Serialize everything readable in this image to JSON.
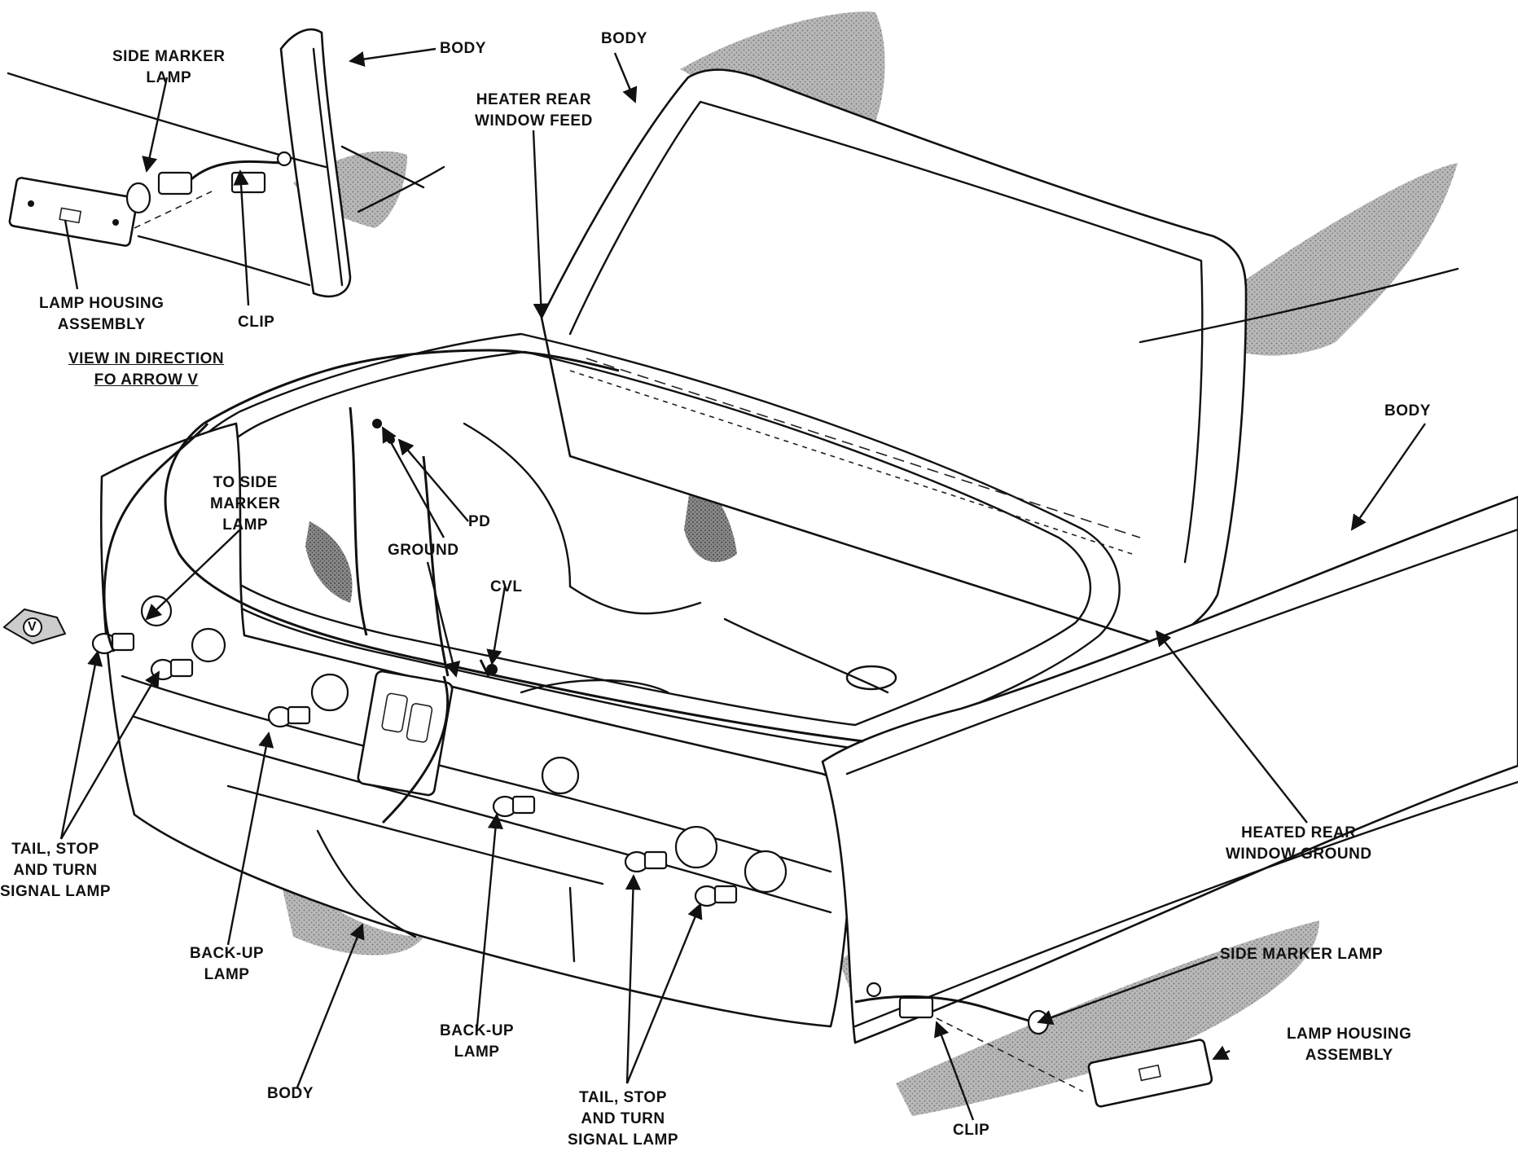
{
  "labels": {
    "body_top_left": "BODY",
    "body_top_center": "BODY",
    "body_right": "BODY",
    "body_bottom": "BODY",
    "side_marker_lamp_top": [
      "SIDE MARKER",
      "LAMP"
    ],
    "heater_feed": [
      "HEATER REAR",
      "WINDOW FEED"
    ],
    "lamp_housing_top": [
      "LAMP HOUSING",
      "ASSEMBLY"
    ],
    "clip_top": "CLIP",
    "view_direction": [
      "VIEW IN DIRECTION",
      "FO ARROW V"
    ],
    "to_side_marker": [
      "TO SIDE",
      "MARKER",
      "LAMP"
    ],
    "pd": "PD",
    "ground": "GROUND",
    "cvl": "CVL",
    "arrow_v": "V",
    "tail_stop_left": [
      "TAIL, STOP",
      "AND TURN",
      "SIGNAL LAMP"
    ],
    "backup_left": [
      "BACK-UP",
      "LAMP"
    ],
    "backup_center": [
      "BACK-UP",
      "LAMP"
    ],
    "tail_stop_bottom": [
      "TAIL, STOP",
      "AND TURN",
      "SIGNAL LAMP"
    ],
    "heated_ground": [
      "HEATED REAR",
      "WINDOW GROUND"
    ],
    "side_marker_lamp_bottom": "SIDE MARKER LAMP",
    "lamp_housing_bottom": [
      "LAMP HOUSING",
      "ASSEMBLY"
    ],
    "clip_bottom": "CLIP"
  }
}
